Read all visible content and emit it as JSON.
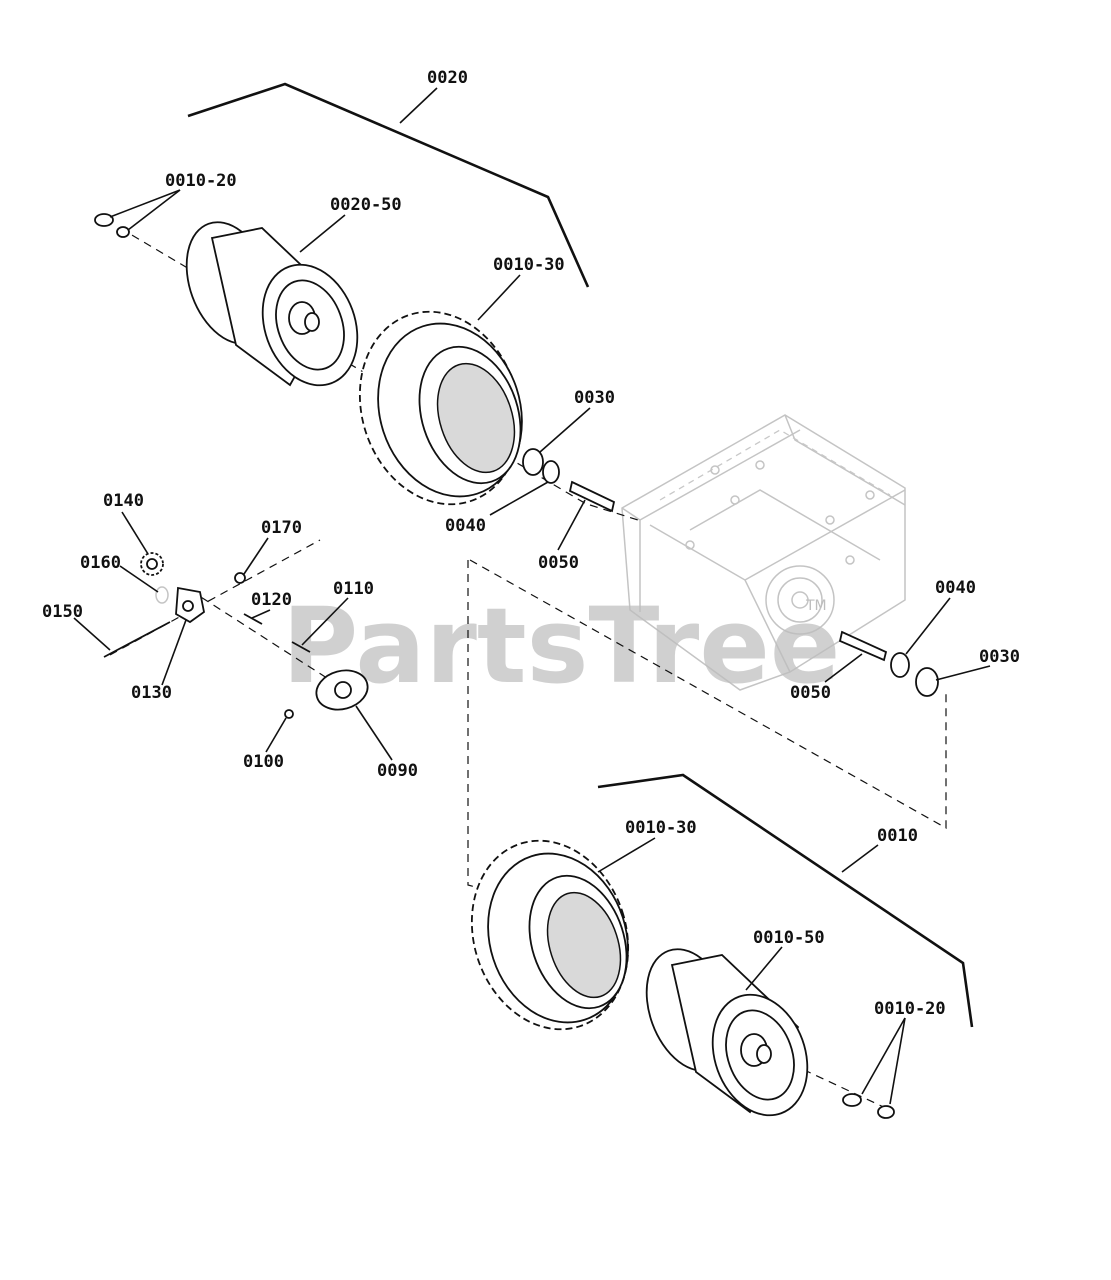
{
  "watermark": {
    "text": "PartsTree",
    "trademark": "TM"
  },
  "labels": {
    "top_assembly": "0020",
    "top_cap": "0010-20",
    "top_rim": "0020-50",
    "top_tire": "0010-30",
    "top_ring": "0030",
    "top_washer": "0040",
    "top_axle": "0050",
    "knob": "0140",
    "screw": "0170",
    "washer_small": "0160",
    "bolt": "0150",
    "pin": "0120",
    "pin_long": "0110",
    "bracket": "0130",
    "ball": "0100",
    "plate": "0090",
    "right_washer": "0040",
    "right_ring": "0030",
    "right_axle": "0050",
    "bottom_assembly": "0010",
    "bottom_tire": "0010-30",
    "bottom_rim": "0010-50",
    "bottom_cap": "0010-20"
  }
}
